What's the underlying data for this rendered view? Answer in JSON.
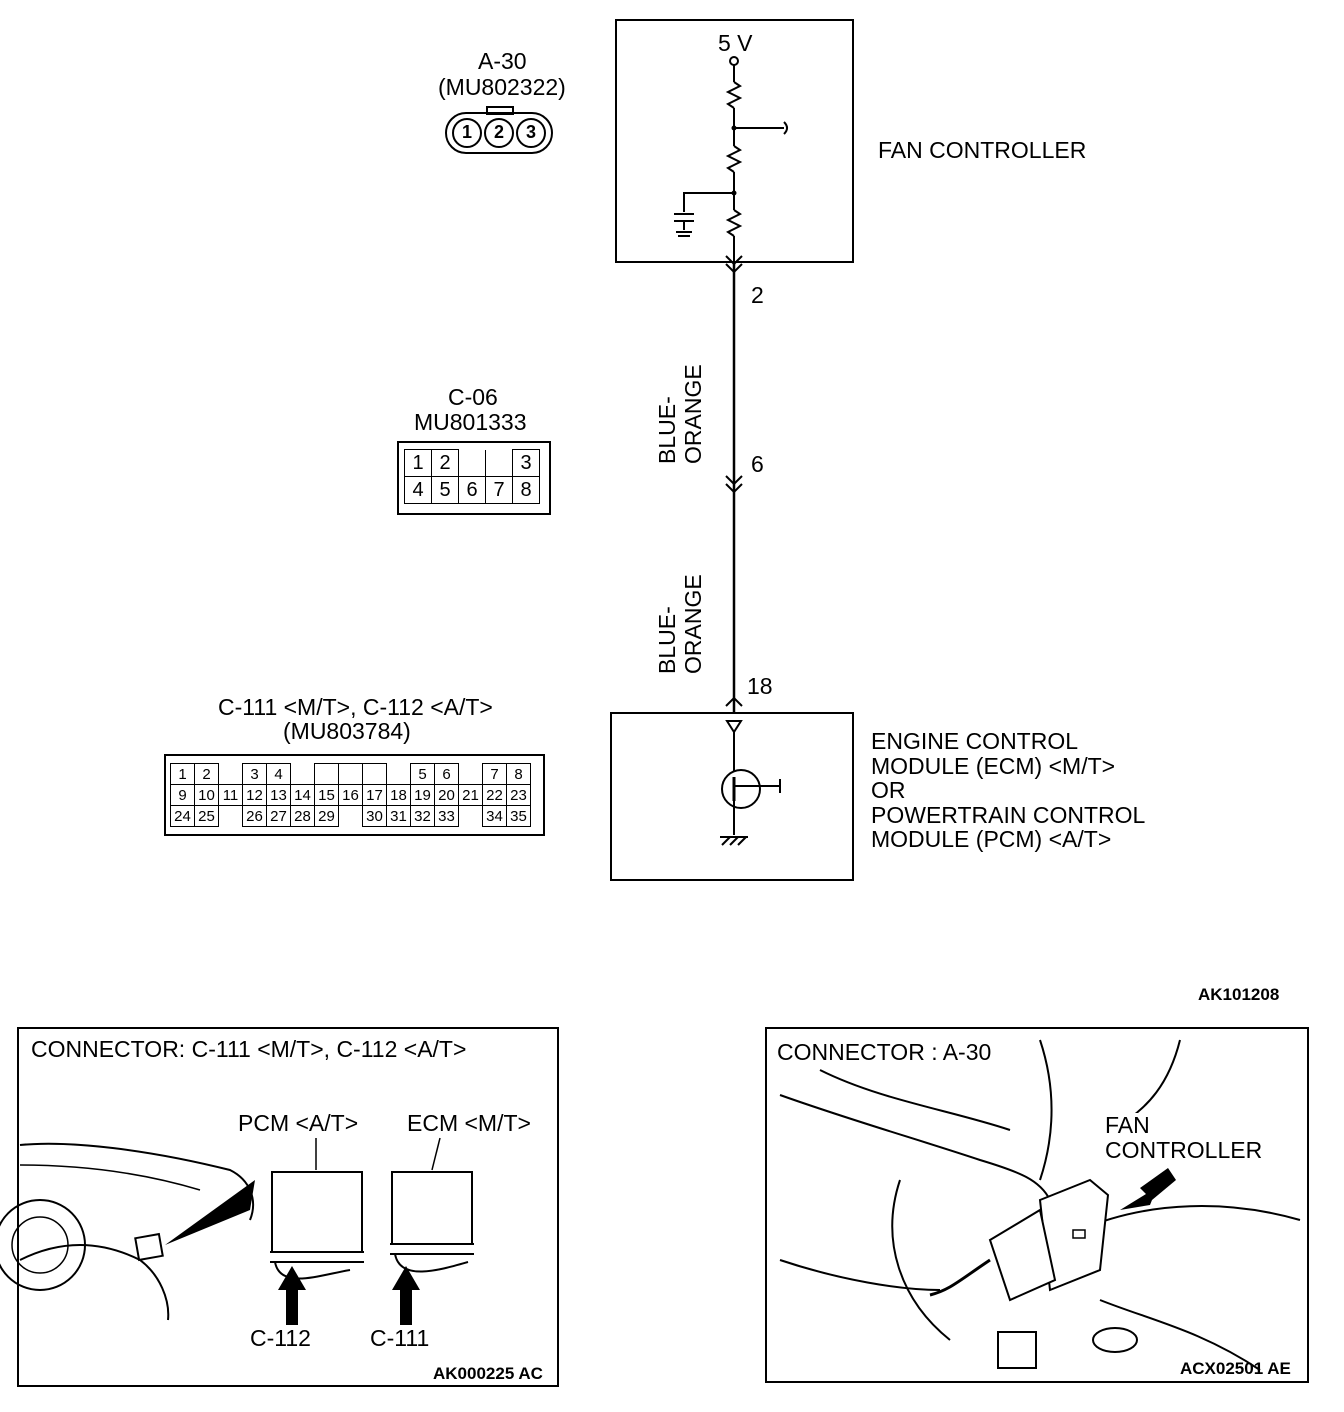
{
  "fan_controller": {
    "voltage": "5 V",
    "label": "FAN CONTROLLER",
    "pin_out": "2"
  },
  "connector_a30": {
    "id": "A-30",
    "part": "(MU802322)",
    "pins": [
      "1",
      "2",
      "3"
    ]
  },
  "connector_c06": {
    "id": "C-06",
    "part": "MU801333",
    "row1": [
      "1",
      "2",
      "",
      "3"
    ],
    "row2": [
      "4",
      "5",
      "6",
      "7",
      "8"
    ]
  },
  "connector_c111": {
    "id": "C-111 <M/T>, C-112 <A/T>",
    "part": "(MU803784)",
    "row1": [
      "1",
      "2",
      "",
      "3",
      "4",
      "",
      "",
      "",
      "",
      "",
      "5",
      "6",
      "",
      "7",
      "8"
    ],
    "row2": [
      "9",
      "10",
      "11",
      "12",
      "13",
      "14",
      "15",
      "16",
      "17",
      "18",
      "19",
      "20",
      "21",
      "22",
      "23"
    ],
    "row3": [
      "24",
      "25",
      "",
      "26",
      "27",
      "28",
      "29",
      "",
      "30",
      "31",
      "32",
      "33",
      "",
      "34",
      "35"
    ]
  },
  "wires": [
    {
      "color": "BLUE-\nORANGE",
      "from_pin": "2",
      "to_pin": "6"
    },
    {
      "color": "BLUE-\nORANGE",
      "from_pin": "6",
      "to_pin": "18"
    }
  ],
  "wire_labels": {
    "upper_line1": "BLUE-",
    "upper_line2": "ORANGE",
    "lower_line1": "BLUE-",
    "lower_line2": "ORANGE",
    "pin_2": "2",
    "pin_6": "6",
    "pin_18": "18"
  },
  "ecm": {
    "line1": "ENGINE CONTROL",
    "line2": "MODULE (ECM) <M/T>",
    "line3": "OR",
    "line4": "POWERTRAIN CONTROL",
    "line5": "MODULE (PCM) <A/T>"
  },
  "diagram_code": "AK101208",
  "panel_left": {
    "title": "CONNECTOR: C-111 <M/T>, C-112 <A/T>",
    "pcm_label": "PCM <A/T>",
    "ecm_label": "ECM <M/T>",
    "c112_label": "C-112",
    "c111_label": "C-111",
    "code": "AK000225 AC"
  },
  "panel_right": {
    "title": "CONNECTOR : A-30",
    "fan_line1": "FAN",
    "fan_line2": "CONTROLLER",
    "code": "ACX02501 AE"
  }
}
